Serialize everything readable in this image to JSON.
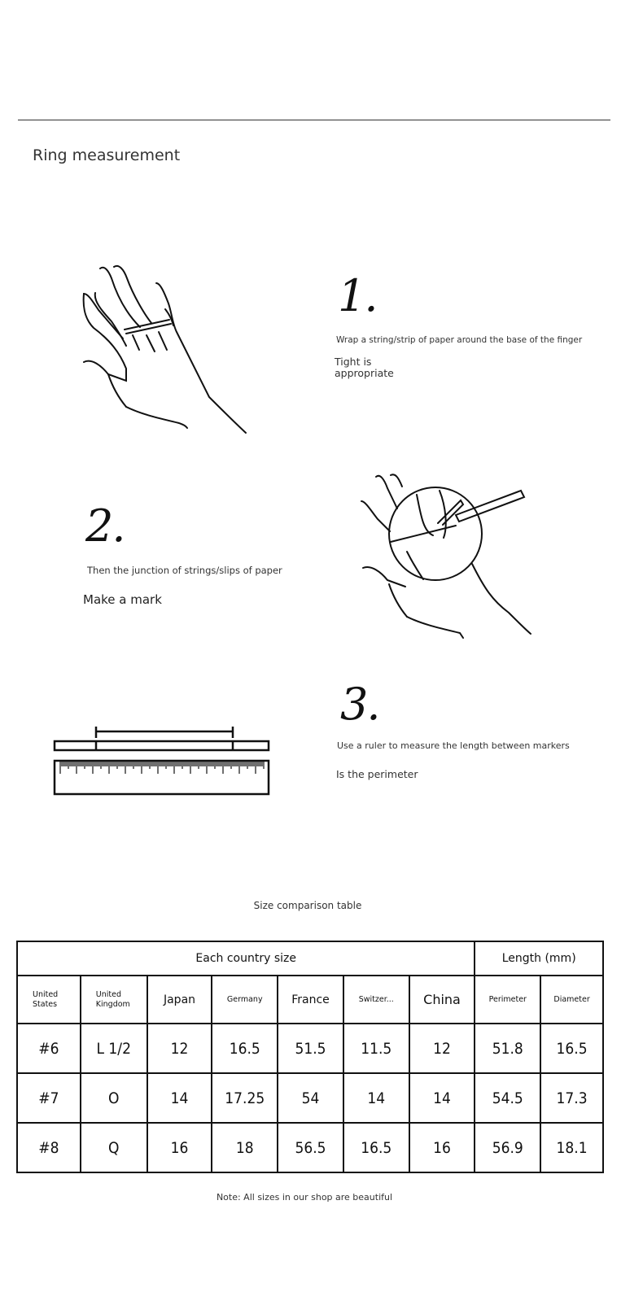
{
  "header": {
    "title": "Ring measurement"
  },
  "steps": [
    {
      "number": "1.",
      "line1": "Wrap a string/strip of paper around the base of the finger",
      "line2a": "Tight is",
      "line2b": "appropriate"
    },
    {
      "number": "2.",
      "line1": "Then the junction of strings/slips of paper",
      "line2": "Make a mark"
    },
    {
      "number": "3.",
      "line1": "Use a ruler to measure the length between markers",
      "line2": "Is the perimeter"
    }
  ],
  "table": {
    "caption": "Size comparison table",
    "group_headers": [
      "Each country size",
      "Length (mm)"
    ],
    "columns": [
      [
        "United",
        "States"
      ],
      [
        "United",
        "Kingdom"
      ],
      "Japan",
      "Germany",
      "France",
      "Switzer...",
      "China",
      "Perimeter",
      "Diameter"
    ],
    "rows": [
      [
        "#6",
        "L 1/2",
        "12",
        "16.5",
        "51.5",
        "11.5",
        "12",
        "51.8",
        "16.5"
      ],
      [
        "#7",
        "O",
        "14",
        "17.25",
        "54",
        "14",
        "14",
        "54.5",
        "17.3"
      ],
      [
        "#8",
        "Q",
        "16",
        "18",
        "56.5",
        "16.5",
        "16",
        "56.9",
        "18.1"
      ]
    ],
    "note": "Note: All sizes in our shop are beautiful"
  }
}
